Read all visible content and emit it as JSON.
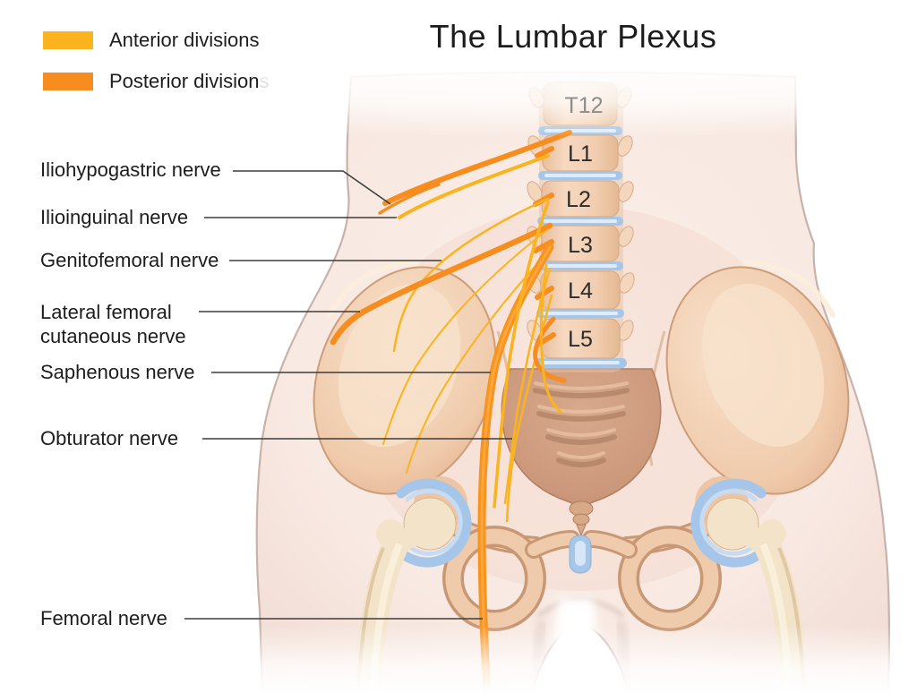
{
  "title": "The Lumbar Plexus",
  "legend": {
    "items": [
      {
        "key": "anterior-divisions",
        "label": "Anterior divisions",
        "color": "#FBB41F"
      },
      {
        "key": "posterior-divisions",
        "label": "Posterior divisions",
        "color": "#F78D1E"
      }
    ]
  },
  "nerve_labels": [
    {
      "id": "iliohypogastric",
      "text": "Iliohypogastric nerve"
    },
    {
      "id": "ilioinguinal",
      "text": "Ilioinguinal nerve"
    },
    {
      "id": "genitofemoral",
      "text": "Genitofemoral nerve"
    },
    {
      "id": "lateral-femoral-cutaneous",
      "text": "Lateral femoral cutaneous nerve"
    },
    {
      "id": "saphenous",
      "text": "Saphenous nerve"
    },
    {
      "id": "obturator",
      "text": "Obturator nerve"
    },
    {
      "id": "femoral",
      "text": "Femoral nerve"
    }
  ],
  "spine": {
    "vertebrae": [
      "T12",
      "L1",
      "L2",
      "L3",
      "L4",
      "L5"
    ]
  },
  "colors": {
    "anterior_division": "#FBB41F",
    "posterior_division": "#F78D1E",
    "bone": "#EFC9A9",
    "disc_cartilage": "#A5C6E8",
    "body_skin": "#F8EAE3",
    "label_text": "#1D1D1D"
  }
}
